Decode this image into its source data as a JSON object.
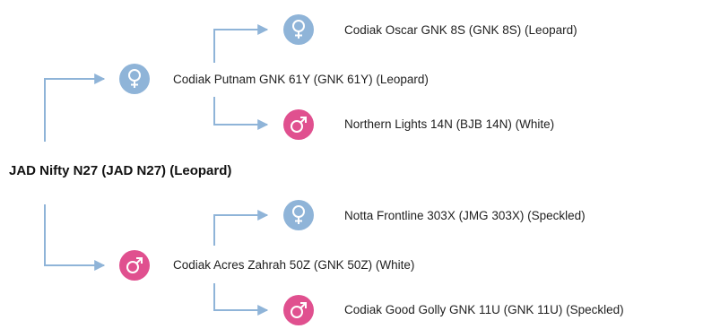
{
  "subject": {
    "label": "JAD Nifty N27 (JAD N27) (Leopard)"
  },
  "sire": {
    "label": "Codiak Putnam GNK 61Y (GNK 61Y) (Leopard)",
    "sex": "female",
    "sire": {
      "label": "Codiak Oscar GNK 8S (GNK 8S) (Leopard)",
      "sex": "female"
    },
    "dam": {
      "label": "Northern Lights 14N (BJB 14N) (White)",
      "sex": "male"
    }
  },
  "dam": {
    "label": "Codiak Acres Zahrah 50Z (GNK 50Z) (White)",
    "sex": "male",
    "sire": {
      "label": "Notta Frontline 303X (JMG 303X) (Speckled)",
      "sex": "female"
    },
    "dam": {
      "label": "Codiak Good Golly GNK 11U (GNK 11U) (Speckled)",
      "sex": "male"
    }
  },
  "colors": {
    "female": "#8fb4d8",
    "male": "#e0508f",
    "connector": "#8fb4d8"
  }
}
